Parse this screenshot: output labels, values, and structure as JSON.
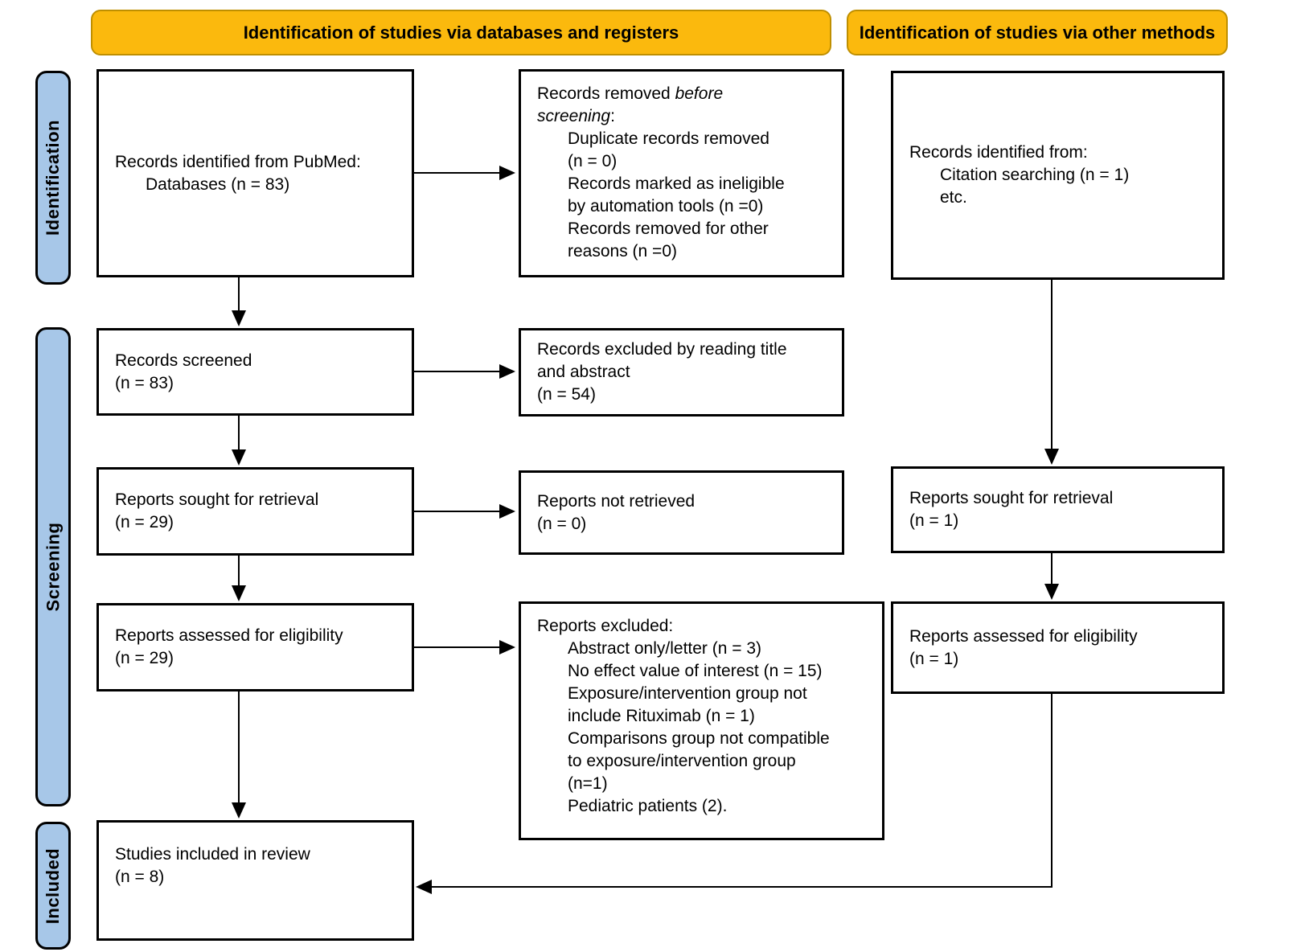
{
  "headers": {
    "databases": "Identification of studies via databases and registers",
    "other": "Identification of studies via other methods"
  },
  "stages": {
    "identification": "Identification",
    "screening": "Screening",
    "included": "Included"
  },
  "boxes": {
    "records_identified": {
      "lines": [
        {
          "text": "Records identified from PubMed:",
          "indent": 0
        },
        {
          "text": "Databases (n = 83)",
          "indent": 1
        }
      ]
    },
    "records_removed": {
      "lines": [
        {
          "text": "Records removed *before*",
          "indent": 0
        },
        {
          "text": "*screening*:",
          "indent": 0
        },
        {
          "text": "Duplicate records removed",
          "indent": 1
        },
        {
          "text": "(n = 0)",
          "indent": 1
        },
        {
          "text": "Records marked as ineligible",
          "indent": 1
        },
        {
          "text": "by automation tools (n =0)",
          "indent": 1
        },
        {
          "text": "Records removed for other",
          "indent": 1
        },
        {
          "text": "reasons (n =0)",
          "indent": 1
        }
      ]
    },
    "other_identified": {
      "lines": [
        {
          "text": "Records identified from:",
          "indent": 0
        },
        {
          "text": "Citation searching (n = 1)",
          "indent": 1
        },
        {
          "text": "etc.",
          "indent": 1
        }
      ]
    },
    "records_screened": {
      "lines": [
        {
          "text": "Records screened",
          "indent": 0
        },
        {
          "text": "(n = 83)",
          "indent": 0
        }
      ]
    },
    "records_excluded": {
      "lines": [
        {
          "text": "Records excluded by reading title",
          "indent": 0
        },
        {
          "text": "and abstract",
          "indent": 0
        },
        {
          "text": "(n = 54)",
          "indent": 0
        }
      ]
    },
    "reports_sought": {
      "lines": [
        {
          "text": "Reports sought for retrieval",
          "indent": 0
        },
        {
          "text": "(n = 29)",
          "indent": 0
        }
      ]
    },
    "reports_not_retrieved": {
      "lines": [
        {
          "text": "Reports not retrieved",
          "indent": 0
        },
        {
          "text": "(n = 0)",
          "indent": 0
        }
      ]
    },
    "other_reports_sought": {
      "lines": [
        {
          "text": "Reports sought for retrieval",
          "indent": 0
        },
        {
          "text": "(n = 1)",
          "indent": 0
        }
      ]
    },
    "reports_assessed": {
      "lines": [
        {
          "text": "Reports assessed for eligibility",
          "indent": 0
        },
        {
          "text": "(n = 29)",
          "indent": 0
        }
      ]
    },
    "reports_excluded": {
      "lines": [
        {
          "text": "Reports excluded:",
          "indent": 0
        },
        {
          "text": "Abstract only/letter (n = 3)",
          "indent": 1
        },
        {
          "text": "No effect value of interest (n = 15)",
          "indent": 1
        },
        {
          "text": "Exposure/intervention group not",
          "indent": 1
        },
        {
          "text": "include Rituximab (n = 1)",
          "indent": 1
        },
        {
          "text": "Comparisons group not compatible",
          "indent": 1
        },
        {
          "text": "to exposure/intervention group",
          "indent": 1
        },
        {
          "text": "(n=1)",
          "indent": 1
        },
        {
          "text": "Pediatric patients (2).",
          "indent": 1
        }
      ]
    },
    "other_reports_assessed": {
      "lines": [
        {
          "text": "Reports assessed for eligibility",
          "indent": 0
        },
        {
          "text": "(n = 1)",
          "indent": 0
        }
      ]
    },
    "studies_included": {
      "lines": [
        {
          "text": "Studies included in review",
          "indent": 0
        },
        {
          "text": "(n = 8)",
          "indent": 0
        }
      ]
    }
  },
  "colors": {
    "header_fill": "#FBB90D",
    "header_border": "#BF8F00",
    "stage_fill": "#A7C7E8",
    "box_border": "#000000",
    "arrow": "#000000"
  }
}
